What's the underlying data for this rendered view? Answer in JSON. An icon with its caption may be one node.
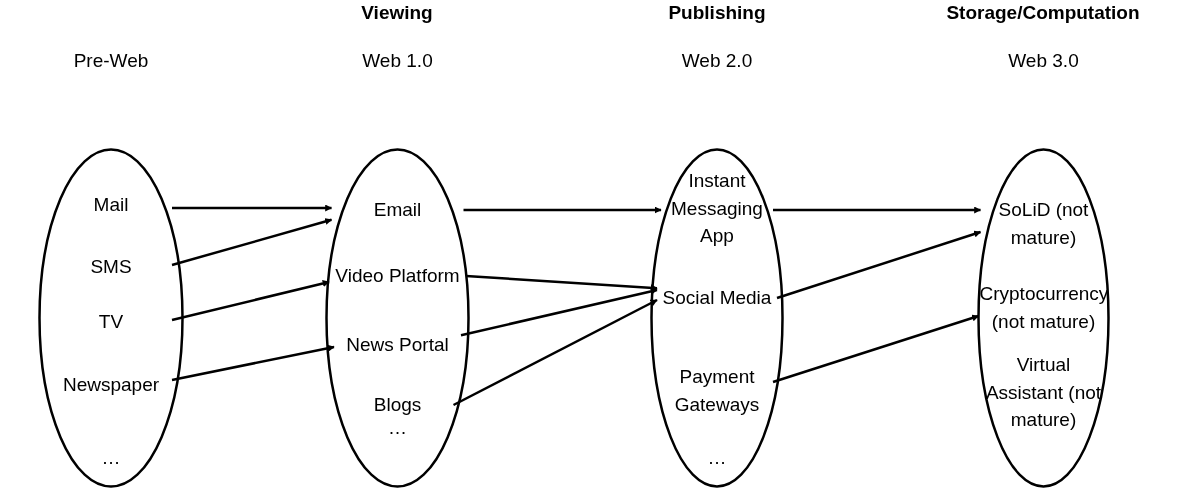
{
  "diagram": {
    "nodes": [
      {
        "text": [
          "Pre-Web"
        ]
      },
      {
        "text": [
          "Mail"
        ],
        "in": 0
      },
      {
        "text": [
          "SMS"
        ],
        "in": 0
      },
      {
        "text": [
          "TV"
        ],
        "in": 0
      },
      {
        "text": [
          "Newspaper"
        ],
        "in": 0
      },
      {
        "text": [
          "…"
        ],
        "in": 0
      },
      {
        "text": [
          "Web 1.0"
        ]
      },
      {
        "text": [
          "Email"
        ],
        "in": 6
      },
      {
        "text": [
          "Video Platform"
        ],
        "in": 6
      },
      {
        "text": [
          "News Portal"
        ],
        "in": 6
      },
      {
        "text": [
          "Blogs"
        ],
        "in": 6
      },
      {
        "text": [
          "…"
        ],
        "in": 6
      },
      {
        "text": [
          "Web 2.0"
        ]
      },
      {
        "text": [
          "Instant Messaging App"
        ],
        "in": 12
      },
      {
        "text": [
          "Social Media"
        ],
        "in": 12
      },
      {
        "text": [
          "Payment Gateways"
        ],
        "in": 12
      },
      {
        "text": [
          "…"
        ],
        "in": 12
      },
      {
        "text": [
          "Web 3.0"
        ]
      },
      {
        "text": [
          "SoLiD (not mature)"
        ],
        "in": 17
      },
      {
        "text": [
          "Cryptocurrency (not mature)"
        ],
        "in": 17
      },
      {
        "text": [
          "Virtual Assistant (not mature)"
        ],
        "in": 17
      }
    ],
    "edges": [
      {
        "from": 1,
        "to": 7,
        "arrow": "to"
      },
      {
        "from": 2,
        "to": 7,
        "arrow": "to"
      },
      {
        "from": 3,
        "to": 8,
        "arrow": "to"
      },
      {
        "from": 4,
        "to": 9,
        "arrow": "to"
      },
      {
        "from": 7,
        "to": 13,
        "arrow": "to"
      },
      {
        "from": 8,
        "to": 14,
        "arrow": "to"
      },
      {
        "from": 9,
        "to": 14,
        "arrow": "to"
      },
      {
        "from": 10,
        "to": 14,
        "arrow": "to"
      },
      {
        "from": 13,
        "to": 18,
        "arrow": "to"
      },
      {
        "from": 14,
        "to": 18,
        "arrow": "to"
      },
      {
        "from": 15,
        "to": 19,
        "arrow": "to"
      }
    ],
    "labels": [
      "Viewing",
      "Publishing",
      "Storage/Computation"
    ]
  }
}
